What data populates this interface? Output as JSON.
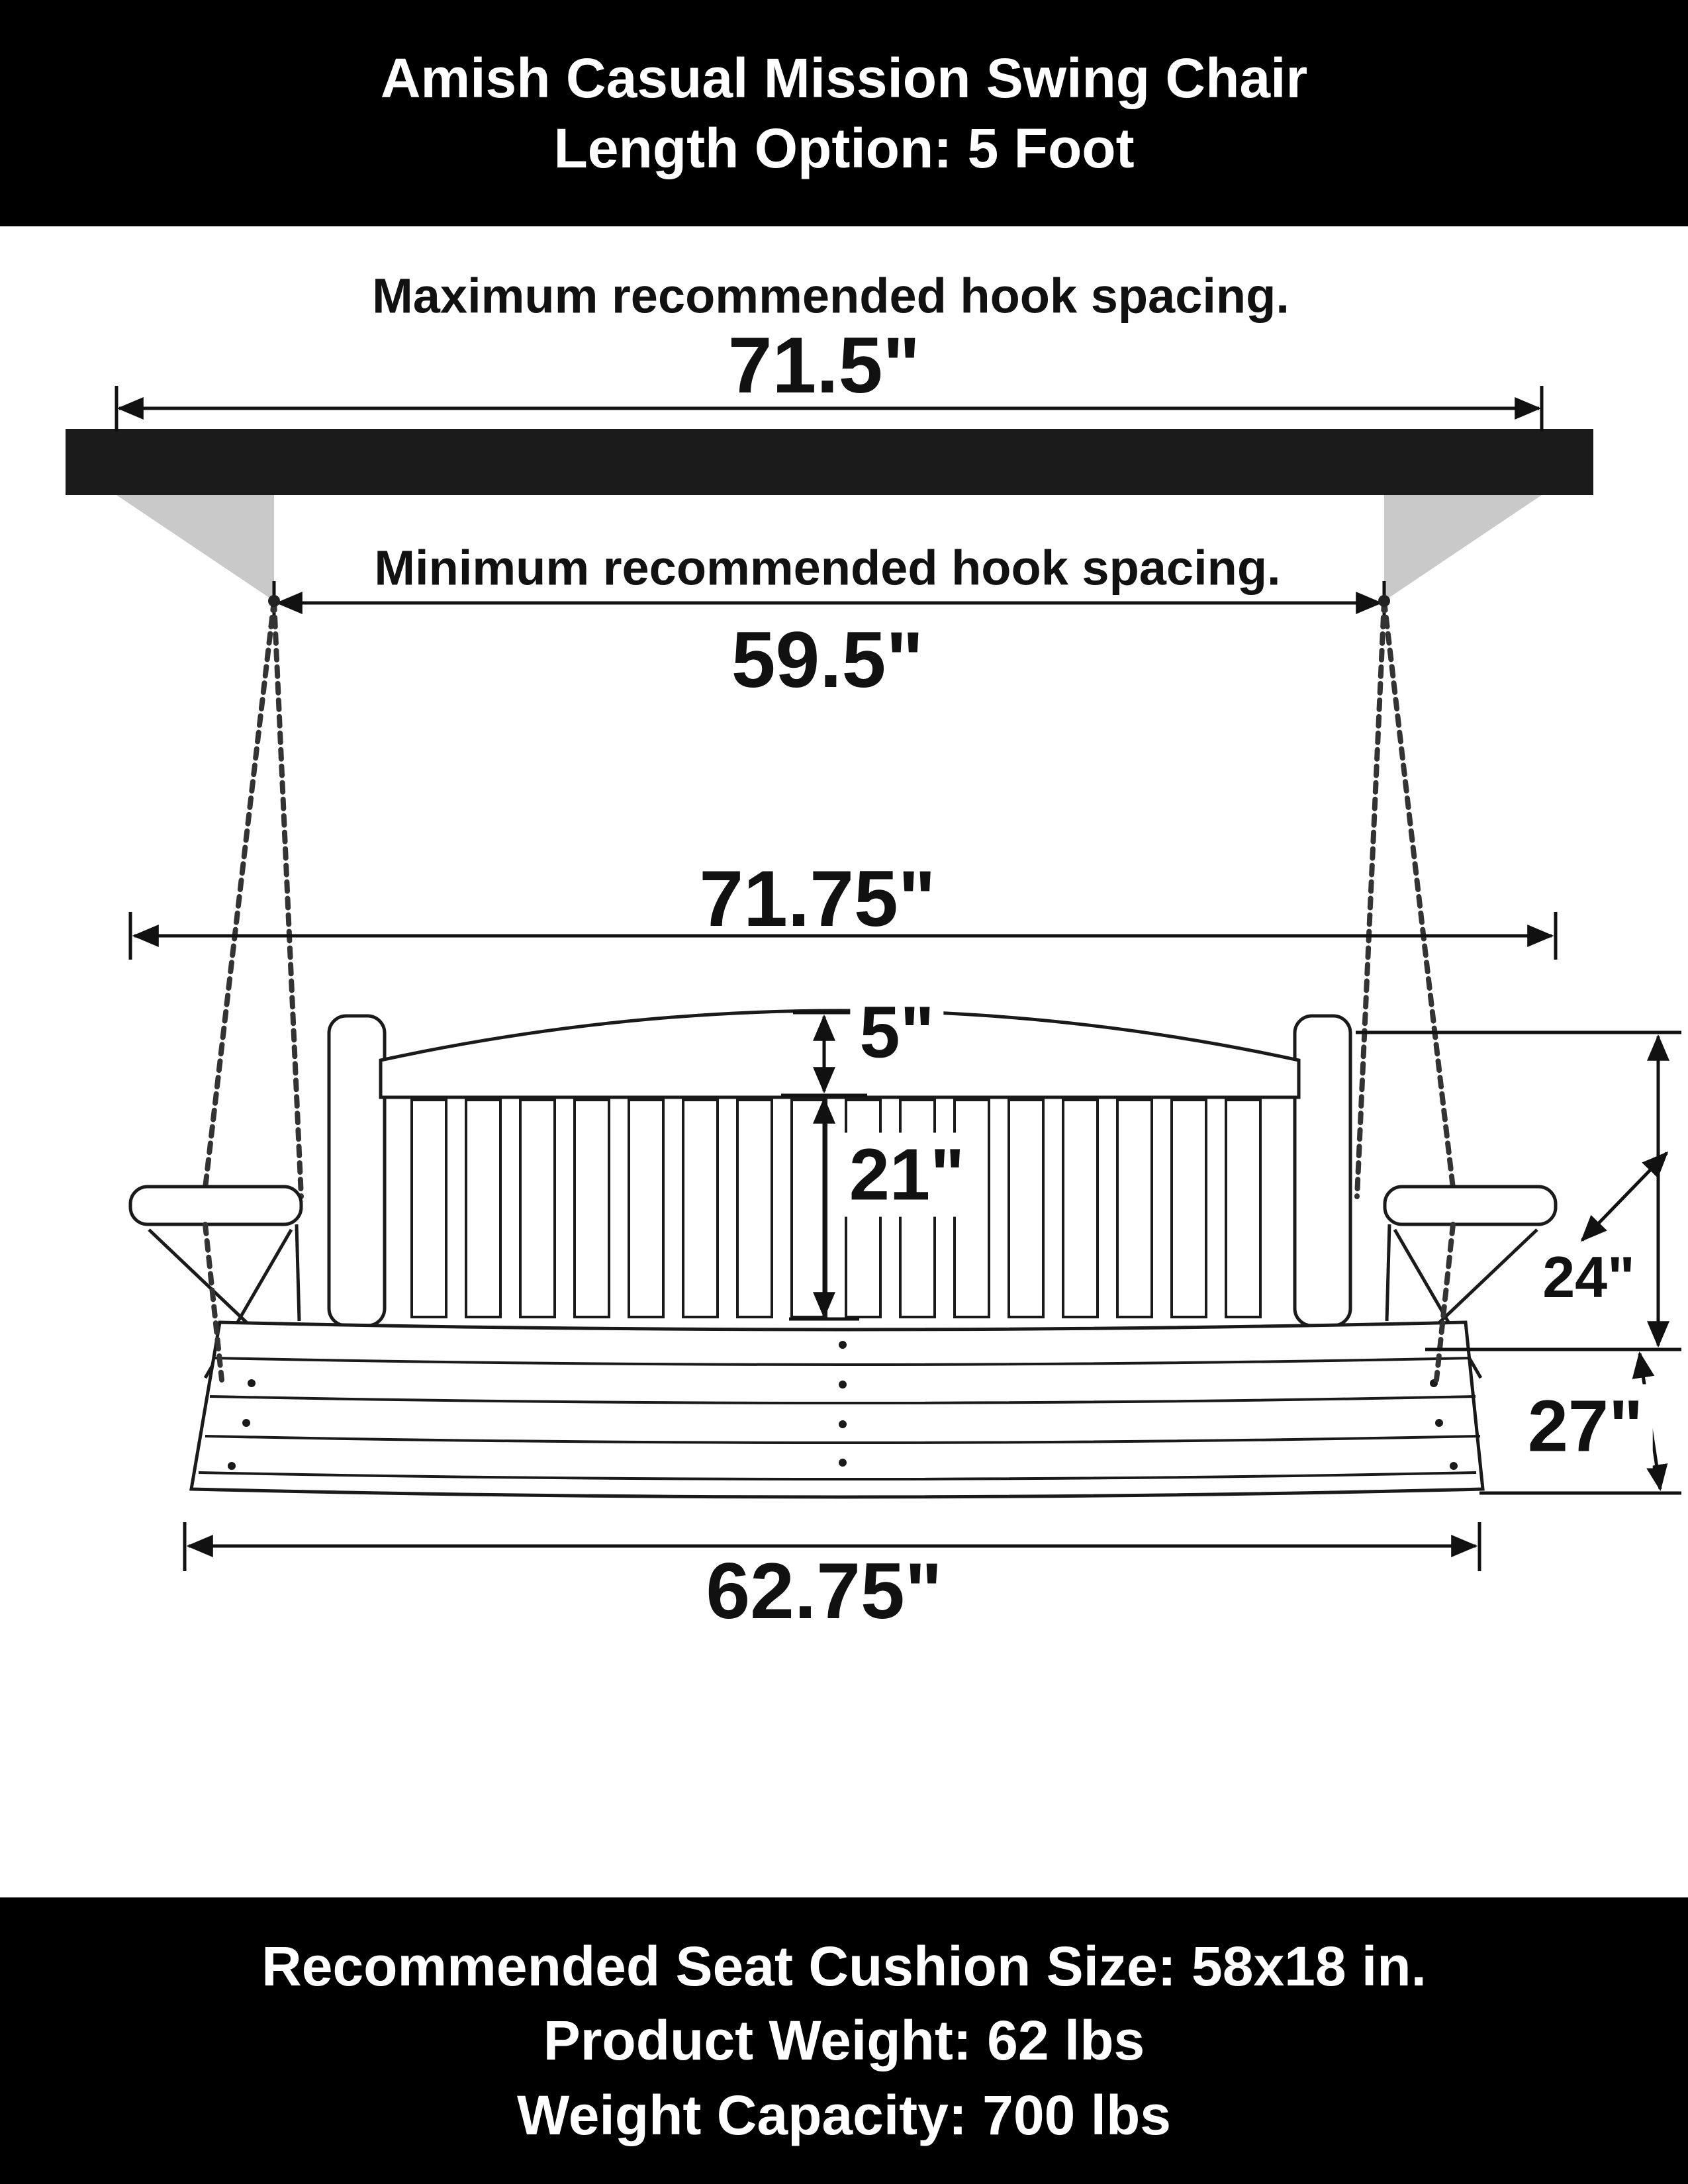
{
  "header": {
    "line1": "Amish Casual Mission Swing Chair",
    "line2": "Length Option: 5 Foot"
  },
  "dimensions": {
    "max_hook": {
      "caption": "Maximum recommended hook spacing.",
      "value": "71.5\""
    },
    "min_hook": {
      "caption": "Minimum recommended hook spacing.",
      "value": "59.5\""
    },
    "overall_width": "71.75\"",
    "top_rail_height": "5\"",
    "back_height": "21\"",
    "arm_height": "24\"",
    "seat_depth": "27\"",
    "seat_width": "62.75\""
  },
  "footer": {
    "line1": "Recommended Seat Cushion Size: 58x18 in.",
    "line2": "Product Weight: 62 lbs",
    "line3": "Weight Capacity: 700 lbs"
  },
  "colors": {
    "banner_bg": "#000000",
    "banner_text": "#ffffff",
    "line": "#111111",
    "beam": "#1b1b1b",
    "bracket": "#c9c9c9"
  }
}
